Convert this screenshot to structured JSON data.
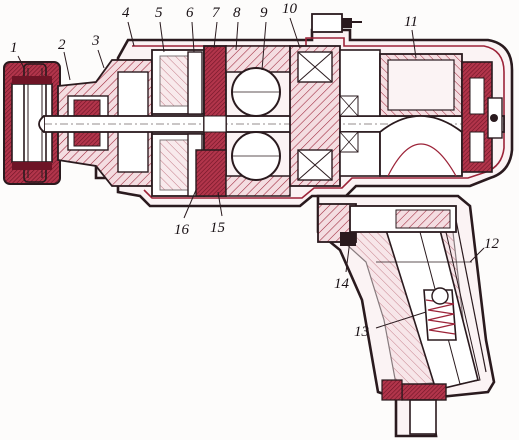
{
  "callouts": [
    {
      "id": "1",
      "text": "1"
    },
    {
      "id": "2",
      "text": "2"
    },
    {
      "id": "3",
      "text": "3"
    },
    {
      "id": "4",
      "text": "4"
    },
    {
      "id": "5",
      "text": "5"
    },
    {
      "id": "6",
      "text": "6"
    },
    {
      "id": "7",
      "text": "7"
    },
    {
      "id": "8",
      "text": "8"
    },
    {
      "id": "9",
      "text": "9"
    },
    {
      "id": "10",
      "text": "10"
    },
    {
      "id": "11",
      "text": "11"
    },
    {
      "id": "12",
      "text": "12"
    },
    {
      "id": "13",
      "text": "13"
    },
    {
      "id": "14",
      "text": "14"
    },
    {
      "id": "15",
      "text": "15"
    },
    {
      "id": "16",
      "text": "16"
    }
  ],
  "colors": {
    "ink": "#2a1a1e",
    "red": "#9c2338",
    "pink": "#e9c6cb",
    "paper": "#fdfcfb"
  }
}
